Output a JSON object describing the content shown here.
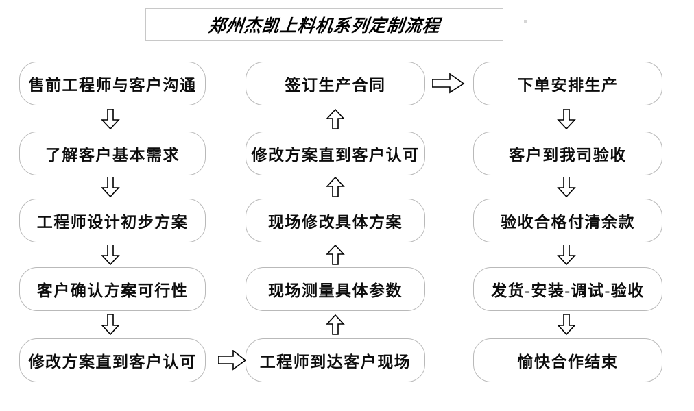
{
  "title": {
    "text": "郑州杰凯上料机系列定制流程"
  },
  "columns": [
    {
      "name": "pre-sales-column",
      "nodes": [
        {
          "label": "售前工程师与客户沟通"
        },
        {
          "label": "了解客户基本需求"
        },
        {
          "label": "工程师设计初步方案"
        },
        {
          "label": "客户确认方案可行性"
        },
        {
          "label": "修改方案直到客户认可"
        }
      ]
    },
    {
      "name": "on-site-column",
      "nodes": [
        {
          "label": "签订生产合同"
        },
        {
          "label": "修改方案直到客户认可"
        },
        {
          "label": "现场修改具体方案"
        },
        {
          "label": "现场测量具体参数"
        },
        {
          "label": "工程师到达客户现场"
        }
      ]
    },
    {
      "name": "production-column",
      "nodes": [
        {
          "label": "下单安排生产"
        },
        {
          "label": "客户到我司验收"
        },
        {
          "label": "验收合格付清余款"
        },
        {
          "label": "发货-安装-调试-验收"
        },
        {
          "label": "愉快合作结束"
        }
      ]
    }
  ],
  "connectors": [
    {
      "name": "arrow-col1-r1-r2",
      "direction": "down"
    },
    {
      "name": "arrow-col1-r2-r3",
      "direction": "down"
    },
    {
      "name": "arrow-col1-r3-r4",
      "direction": "down"
    },
    {
      "name": "arrow-col1-r4-r5",
      "direction": "down"
    },
    {
      "name": "arrow-col1-to-col2",
      "direction": "right"
    },
    {
      "name": "arrow-col2-r5-r4",
      "direction": "up"
    },
    {
      "name": "arrow-col2-r4-r3",
      "direction": "up"
    },
    {
      "name": "arrow-col2-r3-r2",
      "direction": "up"
    },
    {
      "name": "arrow-col2-r2-r1",
      "direction": "up"
    },
    {
      "name": "arrow-col2-to-col3",
      "direction": "right"
    },
    {
      "name": "arrow-col3-r1-r2",
      "direction": "down"
    },
    {
      "name": "arrow-col3-r2-r3",
      "direction": "down"
    },
    {
      "name": "arrow-col3-r3-r4",
      "direction": "down"
    },
    {
      "name": "arrow-col3-r4-r5",
      "direction": "down"
    }
  ],
  "colors": {
    "box_border": "#b9b9b9",
    "title_border": "#c8c8c8",
    "text": "#0d0d0d",
    "arrow_stroke": "#000000",
    "background": "#ffffff"
  }
}
